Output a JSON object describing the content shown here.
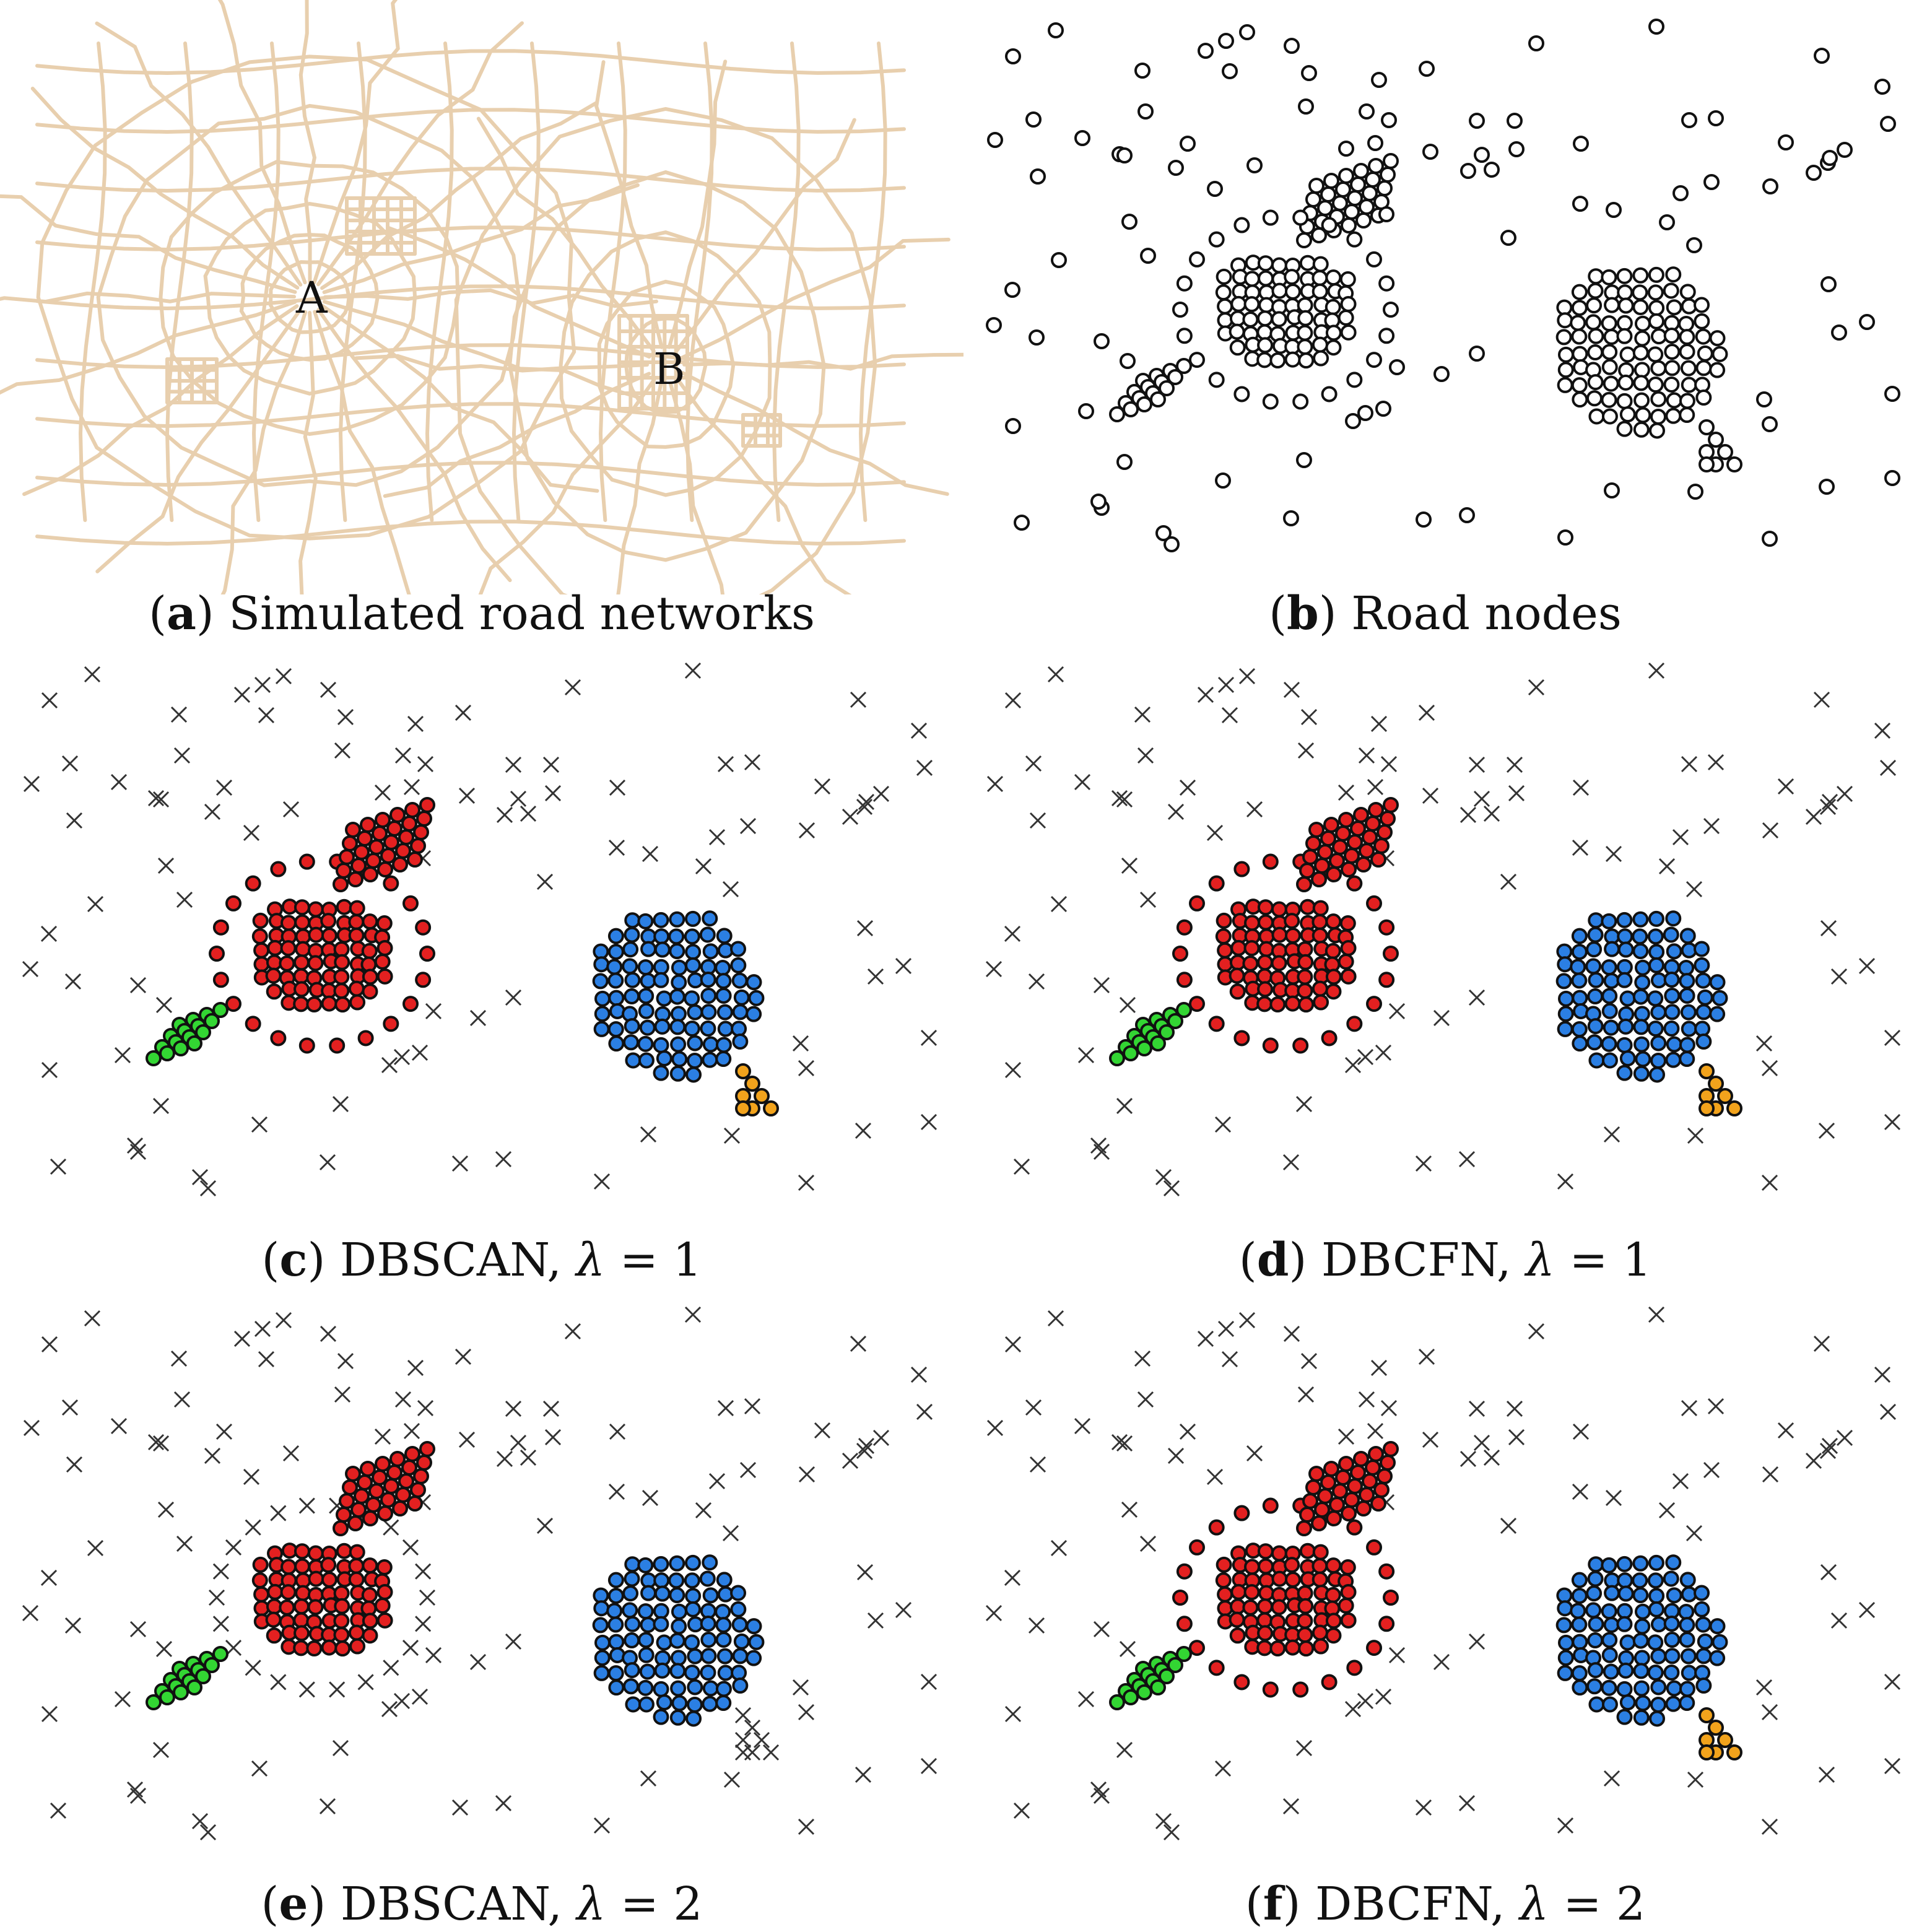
{
  "panels": [
    {
      "id": "a",
      "letter": "a",
      "title": "Simulated road networks",
      "lambda": ""
    },
    {
      "id": "b",
      "letter": "b",
      "title": "Road nodes",
      "lambda": ""
    },
    {
      "id": "c",
      "letter": "c",
      "title": "DBSCAN, ",
      "lambda": "1"
    },
    {
      "id": "d",
      "letter": "d",
      "title": "DBCFN, ",
      "lambda": "1"
    },
    {
      "id": "e",
      "letter": "e",
      "title": "DBSCAN, ",
      "lambda": "2"
    },
    {
      "id": "f",
      "letter": "f",
      "title": "DBCFN, ",
      "lambda": "2"
    }
  ],
  "lambda_symbol": "λ",
  "equals": " = ",
  "road_labels": {
    "A": "A",
    "B": "B"
  },
  "colors": {
    "road": "#e8cfae",
    "red_cluster": "#e32020",
    "blue_cluster": "#2b7fe3",
    "green_cluster": "#33d633",
    "orange_cluster": "#f2a31c",
    "noise": "#333333",
    "node_fill": "#ffffff",
    "node_stroke": "#111111"
  },
  "legend_semantics": {
    "circle": "road node / clustered node",
    "cross": "noise"
  }
}
